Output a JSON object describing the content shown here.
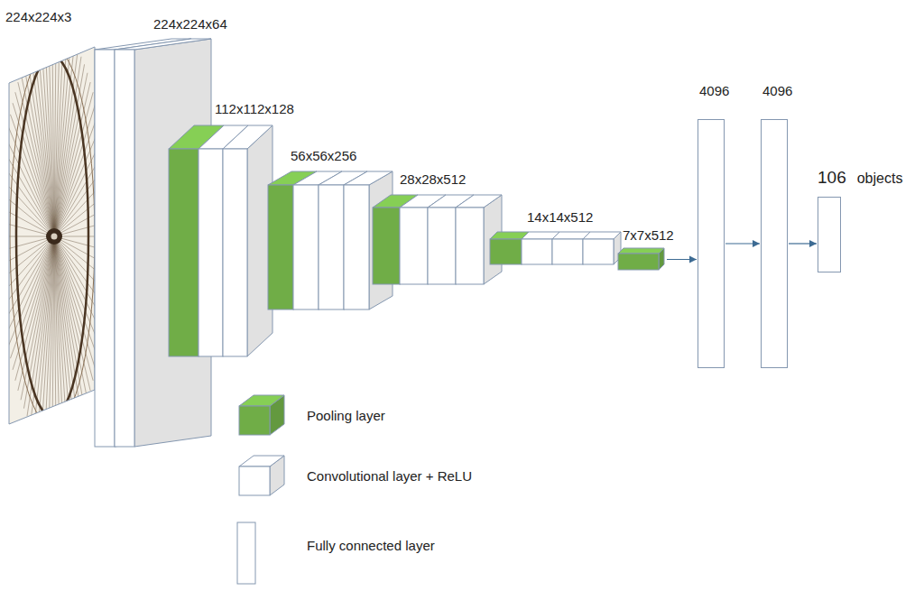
{
  "diagram": {
    "nodes": [
      {
        "text": [
          "7x7x512"
        ]
      },
      {
        "text": [
          "4096"
        ]
      },
      {
        "text": [
          "4096"
        ]
      },
      {
        "text": [
          "106",
          "objects"
        ]
      }
    ],
    "edges": [
      {
        "from": 0,
        "to": 1,
        "arrow": "to"
      },
      {
        "from": 1,
        "to": 2,
        "arrow": "to"
      },
      {
        "from": 2,
        "to": 3,
        "arrow": "to"
      }
    ],
    "labels": [
      "224x224x3",
      "224x224x64",
      "112x112x128",
      "56x56x256",
      "28x28x512",
      "14x14x512"
    ],
    "legend": [
      {
        "text": "Pooling layer",
        "color": "#70ad47"
      },
      {
        "text": "Convolutional layer + ReLU",
        "color": "#ffffff"
      },
      {
        "text": "Fully connected layer"
      }
    ]
  }
}
